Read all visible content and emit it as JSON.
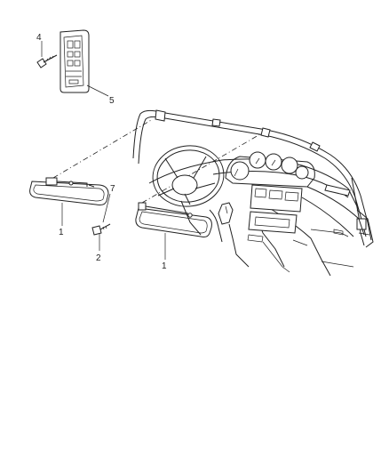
{
  "callouts": {
    "c4": "4",
    "c5": "5",
    "c7": "7",
    "c1_left": "1",
    "c2": "2",
    "c1_right": "1"
  }
}
